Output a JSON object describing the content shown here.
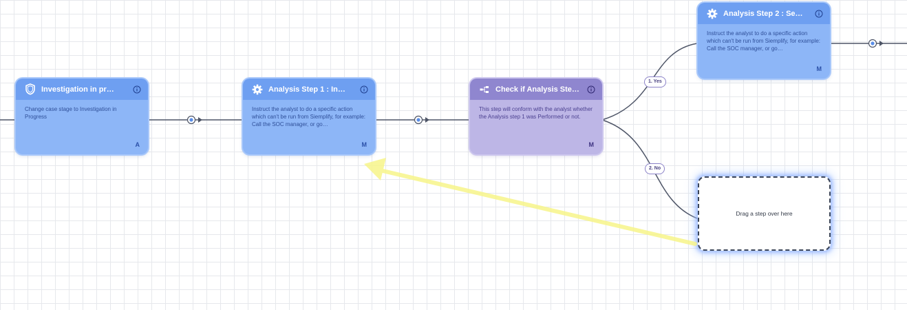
{
  "nodes": [
    {
      "title": "Investigation in pr…",
      "icon": "shield-icon",
      "description": "Change case stage to Investigation in Progress",
      "badge": "A",
      "color": "#6e9ff1"
    },
    {
      "title": "Analysis Step 1 : In…",
      "icon": "gear-icon",
      "description": "Instruct the analyst to do a specific action which can't be run from Siemplify, for example: Call the SOC manager, or go…",
      "badge": "M",
      "color": "#6e9ff1"
    },
    {
      "title": "Check if Analysis Ste…",
      "icon": "branch-icon",
      "description": "This step will conform with the analyst whether the Analysis step 1 was Performed or not.",
      "badge": "M",
      "color": "#8f86cf"
    },
    {
      "title": "Analysis Step 2 : Se…",
      "icon": "gear-icon",
      "description": "Instruct the analyst to do a specific action which can't be run from Siemplify, for example: Call the SOC manager, or go…",
      "badge": "M",
      "color": "#6e9ff1"
    }
  ],
  "branches": [
    {
      "label": "1. Yes"
    },
    {
      "label": "2. No"
    }
  ],
  "drop_zone": {
    "label": "Drag a step over here"
  },
  "annotation": {
    "type": "arrow",
    "color": "#f7f58a"
  }
}
